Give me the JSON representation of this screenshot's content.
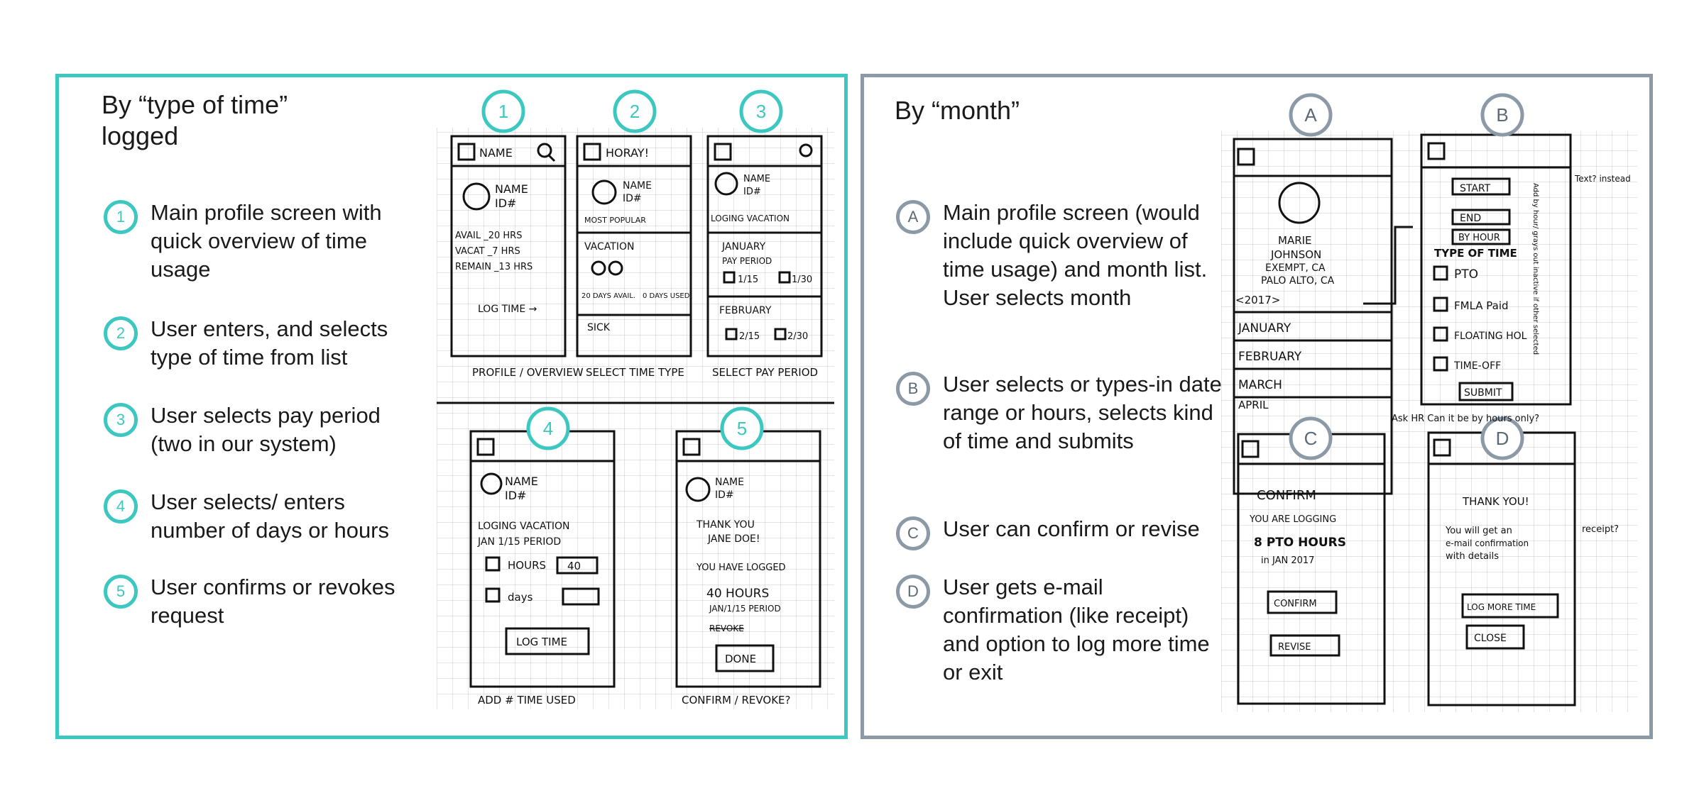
{
  "left": {
    "title_line1": "By “type of time”",
    "title_line2": "logged",
    "steps": [
      {
        "badge": "1",
        "text": "Main profile screen with quick overview of time usage"
      },
      {
        "badge": "2",
        "text": "User enters, and selects type of time from list"
      },
      {
        "badge": "3",
        "text": "User selects pay period (two in our system)"
      },
      {
        "badge": "4",
        "text": "User selects/ enters number of days or hours"
      },
      {
        "badge": "5",
        "text": "User confirms or revokes request"
      }
    ],
    "sketch": {
      "s1": {
        "badge": "1",
        "header": "NAME",
        "name": "NAME",
        "id": "ID#",
        "avail": "AVAIL _20 HRS",
        "vacat": "VACAT _7 HRS",
        "remain": "REMAIN _13 HRS",
        "cta": "LOG TIME →",
        "caption": "PROFILE / OVERVIEW"
      },
      "s2": {
        "badge": "2",
        "header": "HORAY!",
        "name": "NAME",
        "id": "ID#",
        "popular": "MOST POPULAR",
        "item": "VACATION",
        "days_avail": "20 DAYS AVAIL.",
        "days_used": "0 DAYS USED",
        "item2": "SICK",
        "caption": "SELECT TIME TYPE"
      },
      "s3": {
        "badge": "3",
        "name": "NAME",
        "id": "ID#",
        "logging": "LOGING VACATION",
        "month1": "JANUARY",
        "pay": "PAY PERIOD",
        "p1": "1/15",
        "p2": "1/30",
        "month2": "FEBRUARY",
        "p3": "2/15",
        "p4": "2/30",
        "caption": "SELECT PAY PERIOD"
      },
      "s4": {
        "badge": "4",
        "name": "NAME",
        "id": "ID#",
        "logging": "LOGING VACATION",
        "period": "JAN 1/15 PERIOD",
        "hours": "HOURS",
        "hours_val": "40",
        "days": "days",
        "cta": "LOG TIME",
        "caption": "ADD # TIME USED"
      },
      "s5": {
        "badge": "5",
        "name": "NAME",
        "id": "ID#",
        "thanks": "THANK YOU",
        "who": "JANE DOE!",
        "logged": "YOU HAVE LOGGED",
        "amount": "40 HOURS",
        "period": "JAN/1/15 PERIOD",
        "revoke": "REVOKE",
        "cta": "DONE",
        "caption": "CONFIRM / REVOKE?"
      }
    }
  },
  "right": {
    "title": "By “month”",
    "steps": [
      {
        "badge": "A",
        "text": "Main profile screen (would include quick overview of time usage) and month list. User selects month"
      },
      {
        "badge": "B",
        "text": "User selects or types-in date range or hours, selects kind of time and submits"
      },
      {
        "badge": "C",
        "text": "User can confirm or revise"
      },
      {
        "badge": "D",
        "text": "User gets e-mail confirmation (like receipt) and option to log more time or exit"
      }
    ],
    "sketch": {
      "sA": {
        "badge": "A",
        "name1": "MARIE",
        "name2": "JOHNSON",
        "line3": "EXEMPT, CA",
        "line4": "PALO ALTO, CA",
        "year": "<2017>",
        "m1": "JANUARY",
        "m2": "FEBRUARY",
        "m3": "MARCH",
        "m4": "APRIL"
      },
      "sB": {
        "badge": "B",
        "start": "START",
        "end": "END",
        "byhour": "BY HOUR",
        "type": "TYPE OF TIME",
        "o1": "PTO",
        "o2": "FMLA Paid",
        "o3": "FLOATING HOL",
        "o4": "TIME-OFF",
        "submit": "SUBMIT",
        "note1": "Text? instead",
        "note2": "Add by hour/ grays out inactive if other selected",
        "note3": "Ask HR Can it be by hours only?"
      },
      "sC": {
        "badge": "C",
        "confirm_title": "CONFIRM",
        "logging": "YOU ARE LOGGING",
        "amount": "8 PTO HOURS",
        "when": "in JAN 2017",
        "confirm": "CONFIRM",
        "revise": "REVISE"
      },
      "sD": {
        "badge": "D",
        "thanks": "THANK YOU!",
        "msg1": "You will get an",
        "msg2": "e-mail confirmation",
        "msg3": "with details",
        "more": "LOG MORE TIME",
        "close": "CLOSE",
        "note": "receipt?"
      }
    }
  },
  "colors": {
    "teal": "#3cc8c0",
    "slate": "#8b9aa6"
  }
}
